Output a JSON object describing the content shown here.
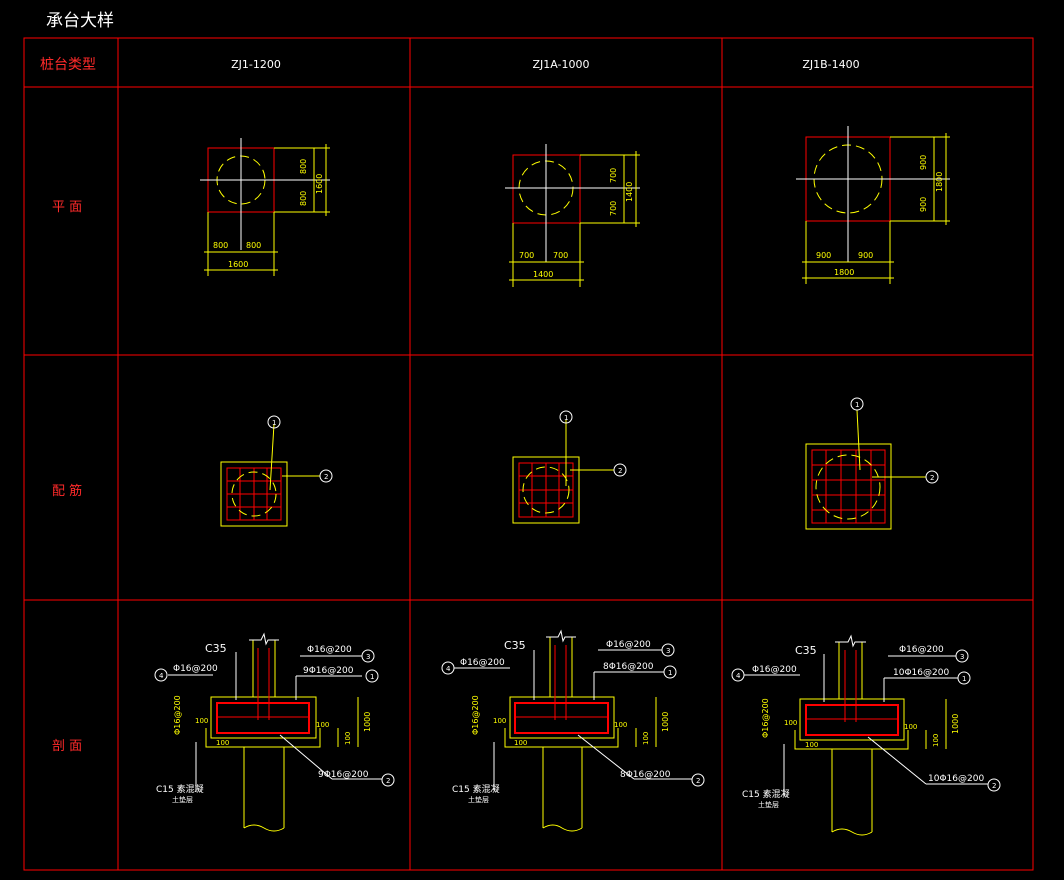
{
  "title": "承台大样",
  "header_label": "桩台类型",
  "types": [
    {
      "name": "ZJ1-1200",
      "plan": {
        "half_a": "800",
        "half_b": "800",
        "total_h": "1600",
        "half_x1": "800",
        "half_x2": "800",
        "total_w": "1600"
      },
      "section": {
        "concrete": "C35",
        "top_bar": "Φ16@200",
        "top_bar_count": "9Φ16@200",
        "bottom_bar": "9Φ16@200",
        "side_bar": "Φ16@200",
        "side_mark": "Φ16@200",
        "depth": "1000",
        "dim_100a": "100",
        "dim_100b": "100",
        "dim_100c": "100",
        "dim_100d": "100",
        "base": "C15  素混凝",
        "base2": "土垫层",
        "tag_1": "1",
        "tag_2": "2",
        "tag_3": "3",
        "tag_4": "4"
      }
    },
    {
      "name": "ZJ1A-1000",
      "plan": {
        "half_a": "700",
        "half_b": "700",
        "total_h": "1400",
        "half_x1": "700",
        "half_x2": "700",
        "total_w": "1400"
      },
      "section": {
        "concrete": "C35",
        "top_bar": "Φ16@200",
        "top_bar_count": "8Φ16@200",
        "bottom_bar": "8Φ16@200",
        "side_bar": "Φ16@200",
        "side_mark": "Φ16@200",
        "depth": "1000",
        "dim_100a": "100",
        "dim_100b": "100",
        "dim_100c": "100",
        "dim_100d": "100",
        "base": "C15  素混凝",
        "base2": "土垫层",
        "tag_1": "1",
        "tag_2": "2",
        "tag_3": "3",
        "tag_4": "4"
      }
    },
    {
      "name": "ZJ1B-1400",
      "plan": {
        "half_a": "900",
        "half_b": "900",
        "total_h": "1800",
        "half_x1": "900",
        "half_x2": "900",
        "total_w": "1800"
      },
      "section": {
        "concrete": "C35",
        "top_bar": "Φ16@200",
        "top_bar_count": "10Φ16@200",
        "bottom_bar": "10Φ16@200",
        "side_bar": "Φ16@200",
        "side_mark": "Φ16@200",
        "depth": "1000",
        "dim_100a": "100",
        "dim_100b": "100",
        "dim_100c": "100",
        "dim_100d": "100",
        "base": "C15  素混凝",
        "base2": "土垫层",
        "tag_1": "1",
        "tag_2": "2",
        "tag_3": "3",
        "tag_4": "4"
      }
    }
  ],
  "rows": {
    "plan": "平 面",
    "rebar": "配 筋",
    "section": "剖 面"
  },
  "rebar_tags": {
    "t1": "1",
    "t2": "2"
  }
}
